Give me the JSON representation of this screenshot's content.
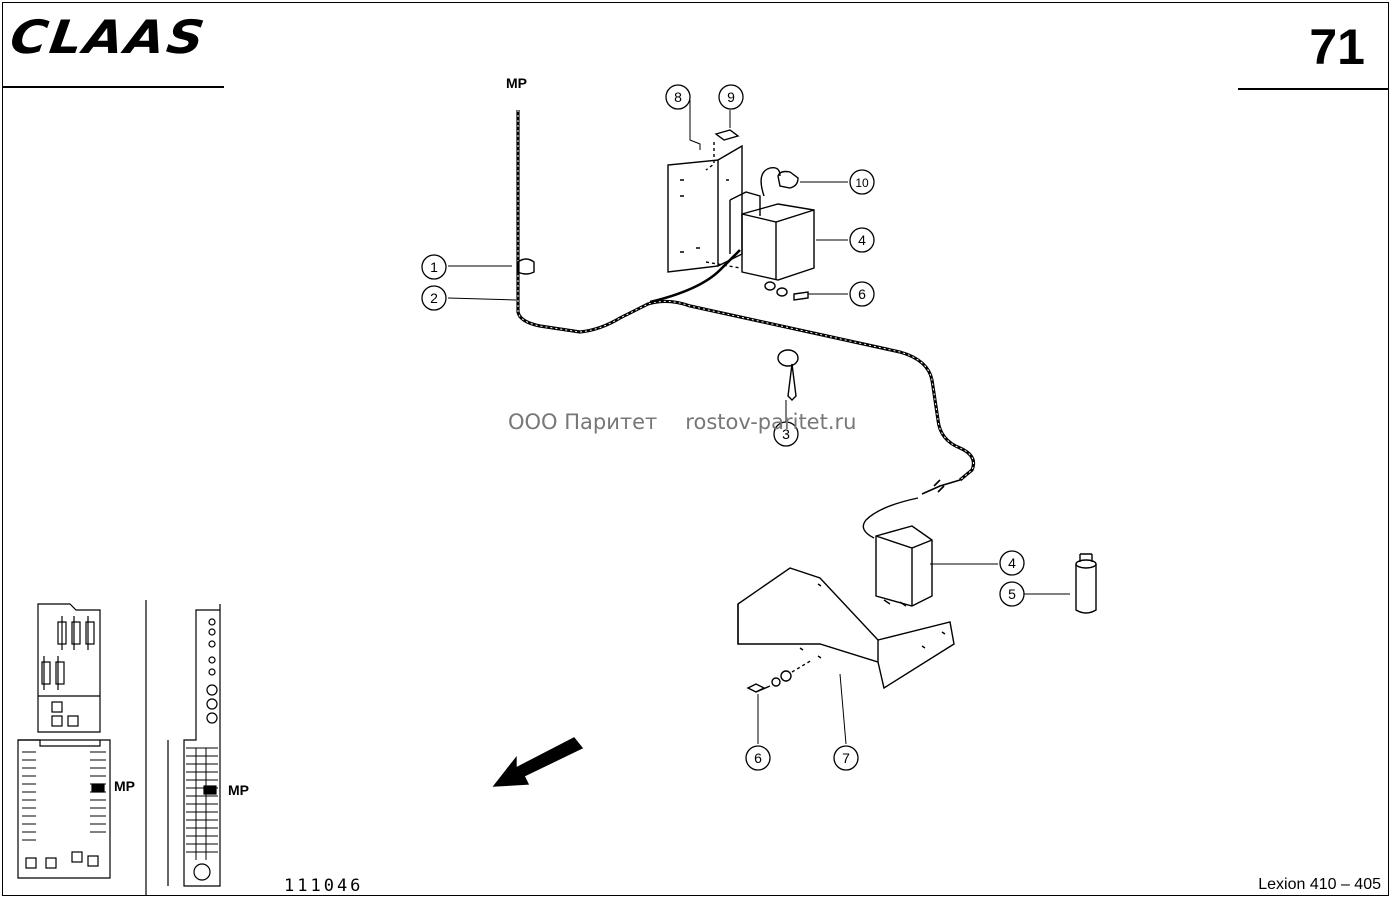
{
  "header": {
    "logo_text": "CLAAS",
    "page_number": "71"
  },
  "footer": {
    "drawing_number": "111046",
    "model": "Lexion 410 – 405"
  },
  "watermark": {
    "company": "ООО Паритет",
    "site": "rostov-paritet.ru"
  },
  "diagram": {
    "location_label": "MP",
    "callouts": [
      "1",
      "2",
      "3",
      "4",
      "4",
      "5",
      "6",
      "6",
      "7",
      "8",
      "9",
      "10"
    ],
    "inset_labels": [
      "MP",
      "MP"
    ]
  }
}
